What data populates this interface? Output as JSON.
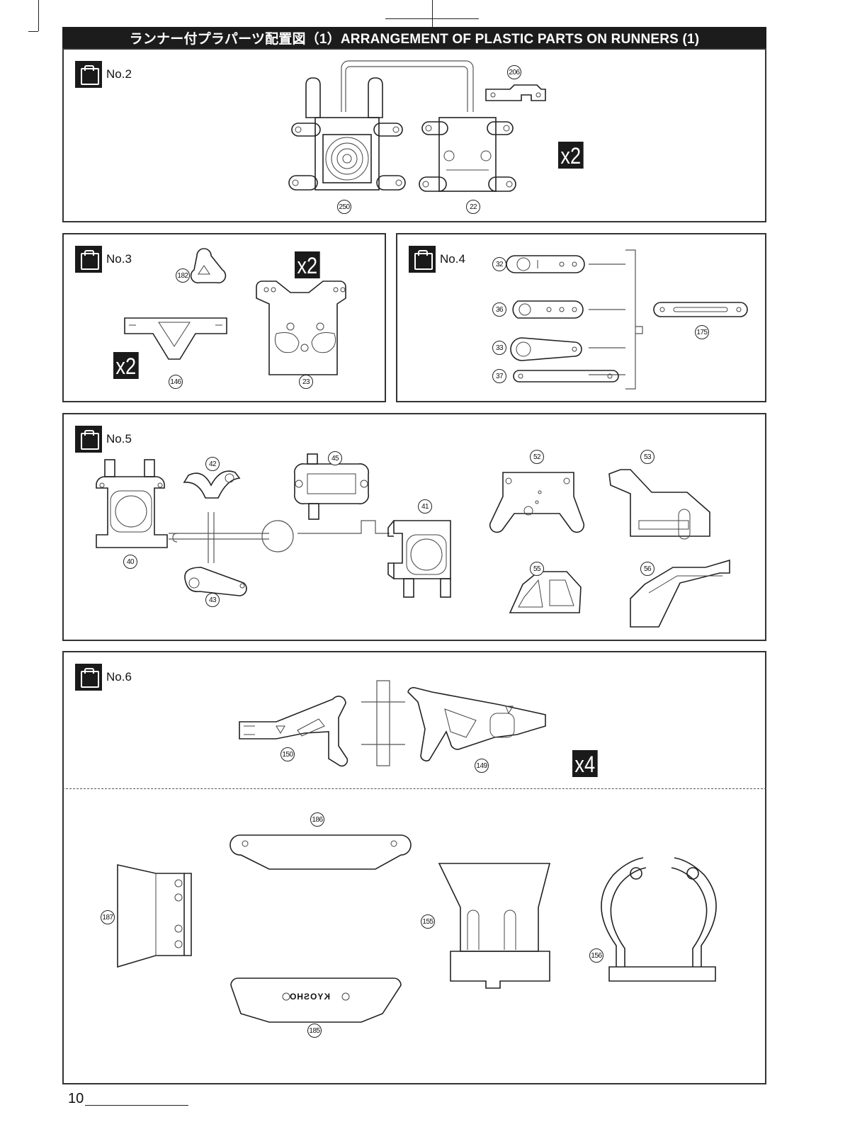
{
  "header": {
    "title": "ランナー付プラパーツ配置図（1）ARRANGEMENT OF PLASTIC PARTS ON RUNNERS (1)"
  },
  "panels": {
    "no2": {
      "label": "No.2",
      "multiplier": "x2",
      "parts": [
        "206",
        "250",
        "22"
      ]
    },
    "no3": {
      "label": "No.3",
      "multiplier_a": "x2",
      "multiplier_b": "x2",
      "parts": [
        "182",
        "146",
        "23"
      ]
    },
    "no4": {
      "label": "No.4",
      "parts": [
        "32",
        "36",
        "33",
        "37",
        "175"
      ]
    },
    "no5": {
      "label": "No.5",
      "parts": [
        "42",
        "45",
        "40",
        "43",
        "41",
        "52",
        "53",
        "55",
        "56"
      ]
    },
    "no6": {
      "label": "No.6",
      "multiplier": "x4",
      "parts": [
        "150",
        "149",
        "186",
        "187",
        "155",
        "156",
        "185"
      ]
    }
  },
  "logo_text": "KYOSHO",
  "footer": {
    "page_number": "10"
  }
}
